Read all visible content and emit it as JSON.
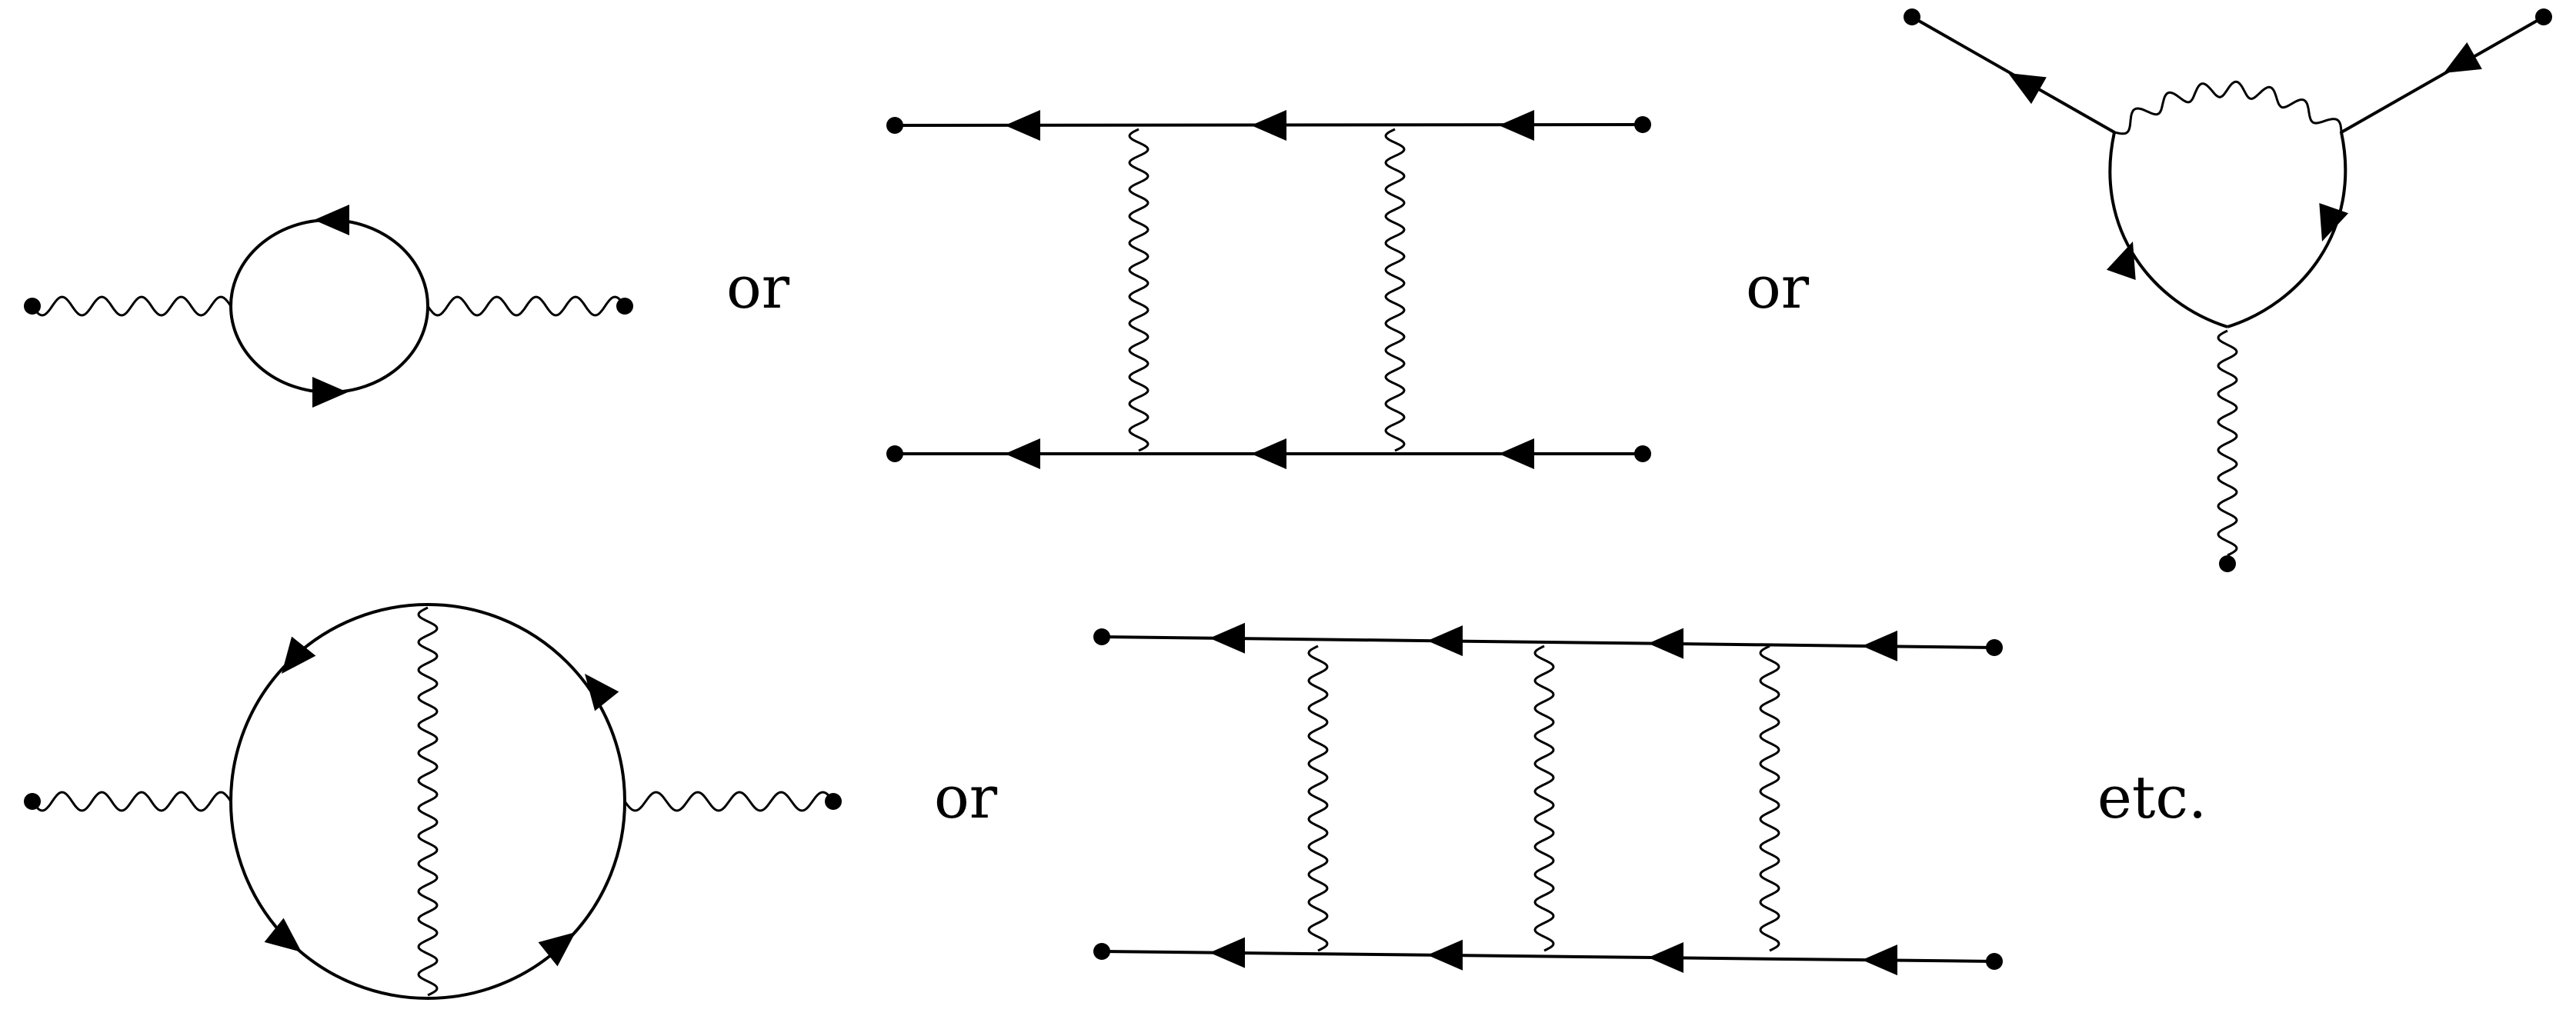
{
  "separators": {
    "or_1": "or",
    "or_2": "or",
    "or_3": "or",
    "etc": "etc."
  },
  "colors": {
    "stroke": "#000000",
    "background": "#ffffff"
  },
  "diagrams": [
    {
      "id": "bubble-one-loop",
      "description_name": "photon-self-energy-one-loop"
    },
    {
      "id": "ladder-two-rung",
      "description_name": "two-rung-ladder"
    },
    {
      "id": "vertex-correction",
      "description_name": "vertex-correction"
    },
    {
      "id": "bubble-two-loop",
      "description_name": "photon-self-energy-two-loop"
    },
    {
      "id": "ladder-three-rung",
      "description_name": "three-rung-ladder"
    }
  ]
}
